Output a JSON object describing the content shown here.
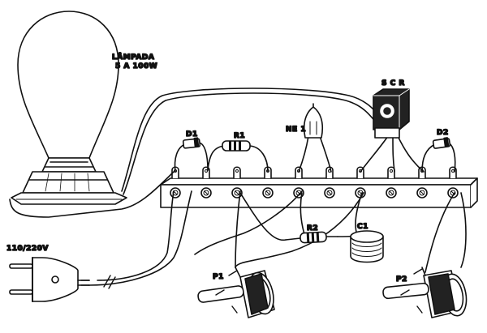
{
  "colors": {
    "ink": "#111111",
    "paper": "#ffffff",
    "shade": "#222222"
  },
  "labels": {
    "lamp_line1": "LÂMPADA",
    "lamp_line2": "5 A 100W",
    "d1": "D1",
    "r1": "R1",
    "ne1": "NE 1",
    "scr": "S C R",
    "d2": "D2",
    "r2": "R2",
    "c1": "C1",
    "mains": "110/220V",
    "p1": "P1",
    "p2": "P2"
  },
  "icons": [
    "lamp-icon",
    "terminal-strip-icon",
    "diode-icon",
    "resistor-icon",
    "neon-lamp-icon",
    "scr-icon",
    "capacitor-icon",
    "potentiometer-icon",
    "mains-plug-icon"
  ]
}
